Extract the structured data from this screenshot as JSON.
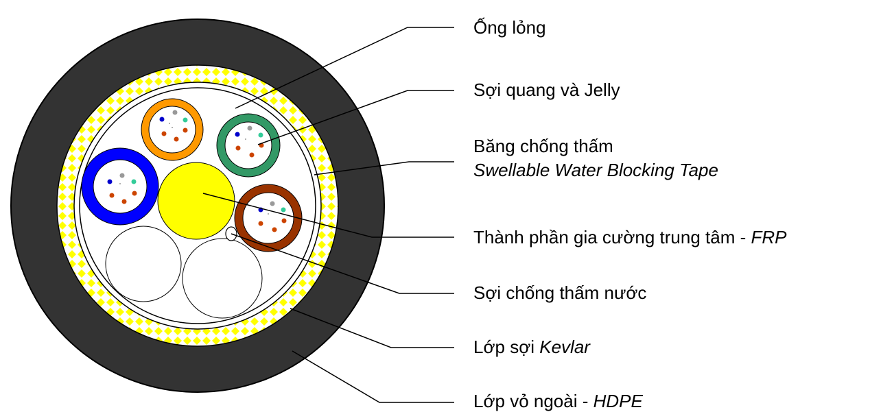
{
  "labels": {
    "loose_tube": "Ống lỏng",
    "fiber_jelly": "Sợi quang và Jelly",
    "tape_vi": "Băng chống thấm",
    "tape_en": "Swellable Water Blocking Tape",
    "strength_prefix": "Thành phần gia cường trung tâm - ",
    "strength_abbr": "FRP",
    "water_yarn": "Sợi chống thấm nước",
    "kevlar_prefix": "Lớp sợi ",
    "kevlar_name": "Kevlar",
    "jacket_prefix": "Lớp vỏ ngoài - ",
    "jacket_abbr": "HDPE"
  },
  "colors": {
    "jacket": "#333333",
    "kevlar_yarn": "#ffff00",
    "central_member": "#ffff00",
    "tube_orange": "#ff9900",
    "tube_green": "#339966",
    "tube_blue": "#0000ff",
    "tube_brown": "#993300",
    "filler": "#ffffff",
    "fiber_blue": "#0000cc",
    "fiber_gray": "#999999",
    "fiber_teal": "#33cc99",
    "fiber_brown": "#cc4400"
  },
  "tubes": [
    {
      "name": "orange-tube",
      "color": "#ff9900"
    },
    {
      "name": "green-tube",
      "color": "#339966"
    },
    {
      "name": "blue-tube",
      "color": "#0000ff"
    },
    {
      "name": "brown-tube",
      "color": "#993300"
    }
  ]
}
